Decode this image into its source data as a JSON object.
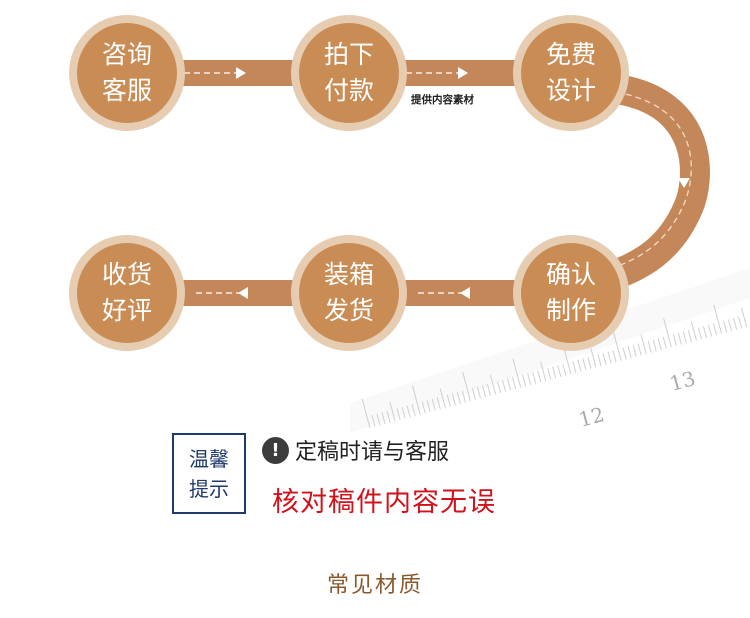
{
  "steps": [
    {
      "line1": "咨询",
      "line2": "客服"
    },
    {
      "line1": "拍下",
      "line2": "付款"
    },
    {
      "line1": "免费",
      "line2": "设计"
    },
    {
      "line1": "确认",
      "line2": "制作"
    },
    {
      "line1": "装箱",
      "line2": "发货"
    },
    {
      "line1": "收货",
      "line2": "好评"
    }
  ],
  "note": "提供内容素材",
  "ruler_labels": [
    "12",
    "13"
  ],
  "tip": {
    "box_line1": "温馨",
    "box_line2": "提示",
    "icon": "exclamation-icon",
    "icon_glyph": "!",
    "line1": "定稿时请与客服",
    "line2": "核对稿件内容无误"
  },
  "footer_title": "常见材质",
  "colors": {
    "circle": "#c98c55",
    "ring": "#e6cdb2",
    "connector": "#c4875a",
    "tip_border": "#1d3a6b",
    "highlight": "#d0121b",
    "footer": "#8a5a2e"
  }
}
